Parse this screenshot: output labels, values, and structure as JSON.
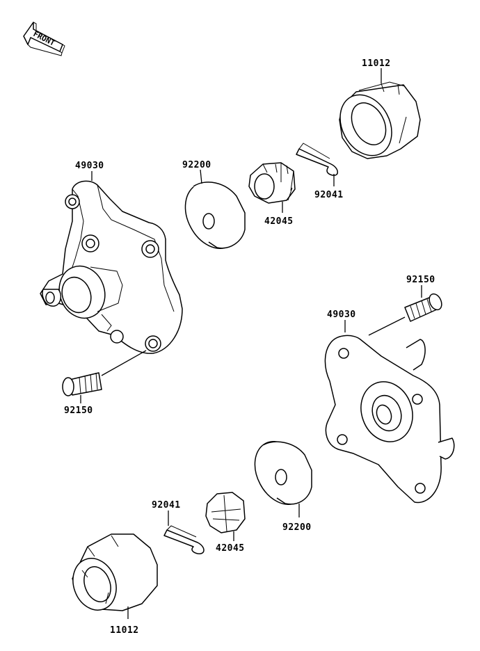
{
  "front_indicator": {
    "text": "FRONT"
  },
  "labels": {
    "cap_top": "11012",
    "hub_left": "49030",
    "washer_top": "92200",
    "nut_top": "42045",
    "pin_top": "92041",
    "bolt_right": "92150",
    "hub_right": "49030",
    "bolt_left": "92150",
    "pin_bottom": "92041",
    "nut_bottom": "42045",
    "washer_bottom": "92200",
    "cap_bottom": "11012"
  }
}
